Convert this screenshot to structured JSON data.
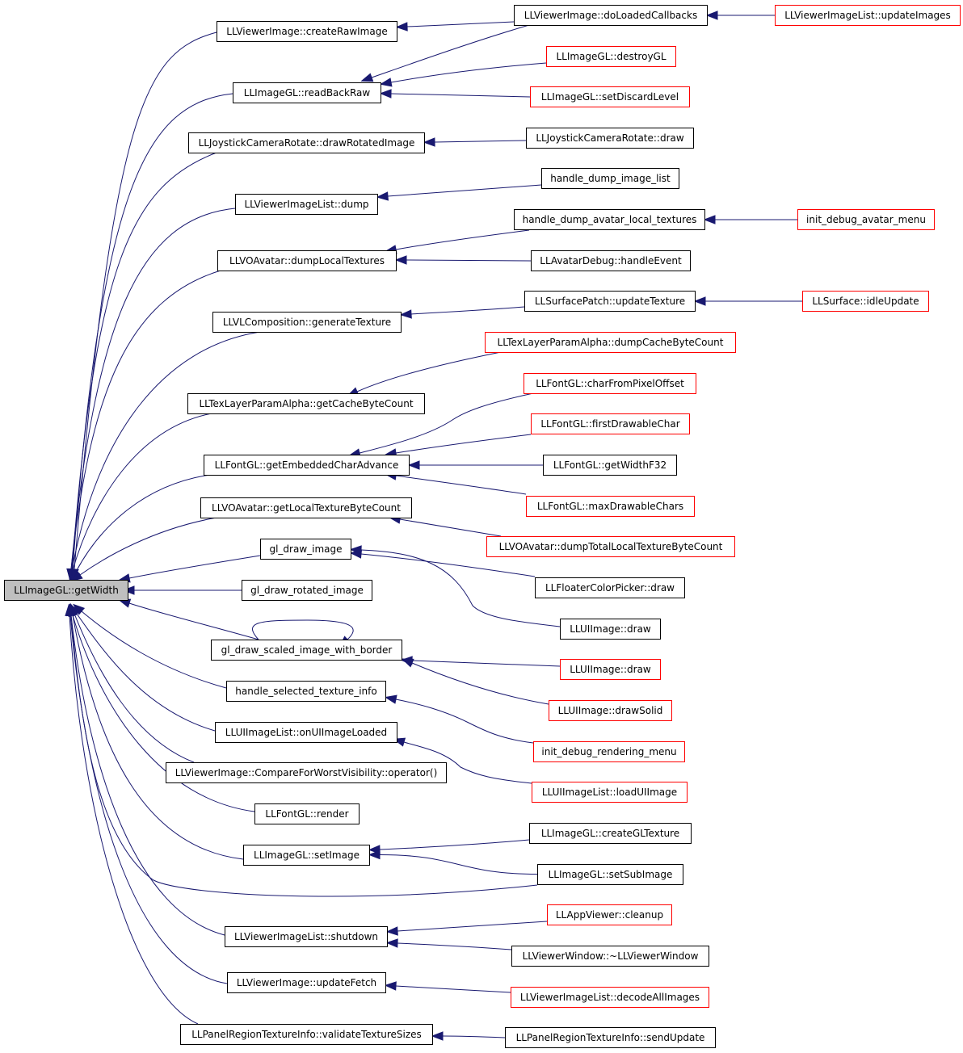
{
  "colors": {
    "edge": "#191970",
    "root_fill": "#bfbfbf",
    "border_documented": "#000000",
    "border_undocumented": "#ff0000"
  },
  "nodes": [
    {
      "id": "getWidth",
      "label": "LLImageGL::getWidth",
      "style": "root"
    },
    {
      "id": "createRawImage",
      "label": "LLViewerImage::createRawImage",
      "style": "black"
    },
    {
      "id": "readBackRaw",
      "label": "LLImageGL::readBackRaw",
      "style": "black"
    },
    {
      "id": "drawRotatedImage",
      "label": "LLJoystickCameraRotate::drawRotatedImage",
      "style": "black"
    },
    {
      "id": "vilDump",
      "label": "LLViewerImageList::dump",
      "style": "black"
    },
    {
      "id": "dumpLocalTextures",
      "label": "LLVOAvatar::dumpLocalTextures",
      "style": "black"
    },
    {
      "id": "generateTexture",
      "label": "LLVLComposition::generateTexture",
      "style": "black"
    },
    {
      "id": "getCacheByteCount",
      "label": "LLTexLayerParamAlpha::getCacheByteCount",
      "style": "black"
    },
    {
      "id": "getEmbeddedCharAdvance",
      "label": "LLFontGL::getEmbeddedCharAdvance",
      "style": "black"
    },
    {
      "id": "getLocalTextureByteCount",
      "label": "LLVOAvatar::getLocalTextureByteCount",
      "style": "black"
    },
    {
      "id": "glDrawImage",
      "label": "gl_draw_image",
      "style": "black"
    },
    {
      "id": "glDrawRotatedImage",
      "label": "gl_draw_rotated_image",
      "style": "black"
    },
    {
      "id": "glDrawScaled",
      "label": "gl_draw_scaled_image_with_border",
      "style": "black"
    },
    {
      "id": "handleSelectedTextureInfo",
      "label": "handle_selected_texture_info",
      "style": "black"
    },
    {
      "id": "onUIImageLoaded",
      "label": "LLUIImageList::onUIImageLoaded",
      "style": "black"
    },
    {
      "id": "compareWorst",
      "label": "LLViewerImage::CompareForWorstVisibility::operator()",
      "style": "black"
    },
    {
      "id": "fontRender",
      "label": "LLFontGL::render",
      "style": "black"
    },
    {
      "id": "setImage",
      "label": "LLImageGL::setImage",
      "style": "black"
    },
    {
      "id": "vilShutdown",
      "label": "LLViewerImageList::shutdown",
      "style": "black"
    },
    {
      "id": "updateFetch",
      "label": "LLViewerImage::updateFetch",
      "style": "black"
    },
    {
      "id": "validateTextureSizes",
      "label": "LLPanelRegionTextureInfo::validateTextureSizes",
      "style": "black"
    },
    {
      "id": "doLoadedCallbacks",
      "label": "LLViewerImage::doLoadedCallbacks",
      "style": "black"
    },
    {
      "id": "destroyGL",
      "label": "LLImageGL::destroyGL",
      "style": "red"
    },
    {
      "id": "setDiscardLevel",
      "label": "LLImageGL::setDiscardLevel",
      "style": "red"
    },
    {
      "id": "jcrDraw",
      "label": "LLJoystickCameraRotate::draw",
      "style": "black"
    },
    {
      "id": "handleDumpImageList",
      "label": "handle_dump_image_list",
      "style": "black"
    },
    {
      "id": "handleDumpAvatarLocalTextures",
      "label": "handle_dump_avatar_local_textures",
      "style": "black"
    },
    {
      "id": "avatarDebugHandleEvent",
      "label": "LLAvatarDebug::handleEvent",
      "style": "black"
    },
    {
      "id": "surfacePatchUpdateTexture",
      "label": "LLSurfacePatch::updateTexture",
      "style": "black"
    },
    {
      "id": "dumpCacheByteCount",
      "label": "LLTexLayerParamAlpha::dumpCacheByteCount",
      "style": "red"
    },
    {
      "id": "charFromPixelOffset",
      "label": "LLFontGL::charFromPixelOffset",
      "style": "red"
    },
    {
      "id": "firstDrawableChar",
      "label": "LLFontGL::firstDrawableChar",
      "style": "red"
    },
    {
      "id": "getWidthF32",
      "label": "LLFontGL::getWidthF32",
      "style": "black"
    },
    {
      "id": "maxDrawableChars",
      "label": "LLFontGL::maxDrawableChars",
      "style": "red"
    },
    {
      "id": "dumpTotalLocalTextureByteCount",
      "label": "LLVOAvatar::dumpTotalLocalTextureByteCount",
      "style": "red"
    },
    {
      "id": "floaterColorPickerDraw",
      "label": "LLFloaterColorPicker::draw",
      "style": "black"
    },
    {
      "id": "uiImageDrawA",
      "label": "LLUIImage::draw",
      "style": "black"
    },
    {
      "id": "uiImageDrawB",
      "label": "LLUIImage::draw",
      "style": "red"
    },
    {
      "id": "uiImageDrawSolid",
      "label": "LLUIImage::drawSolid",
      "style": "red"
    },
    {
      "id": "initDebugRenderingMenu",
      "label": "init_debug_rendering_menu",
      "style": "red"
    },
    {
      "id": "loadUIImage",
      "label": "LLUIImageList::loadUIImage",
      "style": "red"
    },
    {
      "id": "createGLTexture",
      "label": "LLImageGL::createGLTexture",
      "style": "black"
    },
    {
      "id": "setSubImage",
      "label": "LLImageGL::setSubImage",
      "style": "black"
    },
    {
      "id": "appViewerCleanup",
      "label": "LLAppViewer::cleanup",
      "style": "red"
    },
    {
      "id": "viewerWindowDtor",
      "label": "LLViewerWindow::~LLViewerWindow",
      "style": "black"
    },
    {
      "id": "decodeAllImages",
      "label": "LLViewerImageList::decodeAllImages",
      "style": "red"
    },
    {
      "id": "sendUpdate",
      "label": "LLPanelRegionTextureInfo::sendUpdate",
      "style": "black"
    },
    {
      "id": "updateImages",
      "label": "LLViewerImageList::updateImages",
      "style": "red"
    },
    {
      "id": "initDebugAvatarMenu",
      "label": "init_debug_avatar_menu",
      "style": "red"
    },
    {
      "id": "surfaceIdleUpdate",
      "label": "LLSurface::idleUpdate",
      "style": "red"
    }
  ],
  "edges": [
    {
      "from": "createRawImage",
      "to": "getWidth"
    },
    {
      "from": "readBackRaw",
      "to": "getWidth"
    },
    {
      "from": "drawRotatedImage",
      "to": "getWidth"
    },
    {
      "from": "vilDump",
      "to": "getWidth"
    },
    {
      "from": "dumpLocalTextures",
      "to": "getWidth"
    },
    {
      "from": "generateTexture",
      "to": "getWidth"
    },
    {
      "from": "getCacheByteCount",
      "to": "getWidth"
    },
    {
      "from": "getEmbeddedCharAdvance",
      "to": "getWidth"
    },
    {
      "from": "getLocalTextureByteCount",
      "to": "getWidth"
    },
    {
      "from": "glDrawImage",
      "to": "getWidth"
    },
    {
      "from": "glDrawRotatedImage",
      "to": "getWidth"
    },
    {
      "from": "glDrawScaled",
      "to": "getWidth"
    },
    {
      "from": "handleSelectedTextureInfo",
      "to": "getWidth"
    },
    {
      "from": "onUIImageLoaded",
      "to": "getWidth"
    },
    {
      "from": "compareWorst",
      "to": "getWidth"
    },
    {
      "from": "fontRender",
      "to": "getWidth"
    },
    {
      "from": "setImage",
      "to": "getWidth"
    },
    {
      "from": "setSubImage",
      "to": "getWidth"
    },
    {
      "from": "vilShutdown",
      "to": "getWidth"
    },
    {
      "from": "updateFetch",
      "to": "getWidth"
    },
    {
      "from": "validateTextureSizes",
      "to": "getWidth"
    },
    {
      "from": "doLoadedCallbacks",
      "to": "createRawImage"
    },
    {
      "from": "doLoadedCallbacks",
      "to": "readBackRaw"
    },
    {
      "from": "destroyGL",
      "to": "readBackRaw"
    },
    {
      "from": "setDiscardLevel",
      "to": "readBackRaw"
    },
    {
      "from": "jcrDraw",
      "to": "drawRotatedImage"
    },
    {
      "from": "handleDumpImageList",
      "to": "vilDump"
    },
    {
      "from": "handleDumpAvatarLocalTextures",
      "to": "dumpLocalTextures"
    },
    {
      "from": "avatarDebugHandleEvent",
      "to": "dumpLocalTextures"
    },
    {
      "from": "surfacePatchUpdateTexture",
      "to": "generateTexture"
    },
    {
      "from": "dumpCacheByteCount",
      "to": "getCacheByteCount"
    },
    {
      "from": "charFromPixelOffset",
      "to": "getEmbeddedCharAdvance"
    },
    {
      "from": "firstDrawableChar",
      "to": "getEmbeddedCharAdvance"
    },
    {
      "from": "getWidthF32",
      "to": "getEmbeddedCharAdvance"
    },
    {
      "from": "maxDrawableChars",
      "to": "getEmbeddedCharAdvance"
    },
    {
      "from": "dumpTotalLocalTextureByteCount",
      "to": "getLocalTextureByteCount"
    },
    {
      "from": "floaterColorPickerDraw",
      "to": "glDrawImage"
    },
    {
      "from": "uiImageDrawA",
      "to": "glDrawImage"
    },
    {
      "from": "glDrawScaled",
      "to": "glDrawScaled"
    },
    {
      "from": "uiImageDrawB",
      "to": "glDrawScaled"
    },
    {
      "from": "uiImageDrawSolid",
      "to": "glDrawScaled"
    },
    {
      "from": "initDebugRenderingMenu",
      "to": "handleSelectedTextureInfo"
    },
    {
      "from": "loadUIImage",
      "to": "onUIImageLoaded"
    },
    {
      "from": "createGLTexture",
      "to": "setImage"
    },
    {
      "from": "setSubImage",
      "to": "setImage"
    },
    {
      "from": "appViewerCleanup",
      "to": "vilShutdown"
    },
    {
      "from": "viewerWindowDtor",
      "to": "vilShutdown"
    },
    {
      "from": "decodeAllImages",
      "to": "updateFetch"
    },
    {
      "from": "sendUpdate",
      "to": "validateTextureSizes"
    },
    {
      "from": "updateImages",
      "to": "doLoadedCallbacks"
    },
    {
      "from": "initDebugAvatarMenu",
      "to": "handleDumpAvatarLocalTextures"
    },
    {
      "from": "surfaceIdleUpdate",
      "to": "surfacePatchUpdateTexture"
    }
  ]
}
